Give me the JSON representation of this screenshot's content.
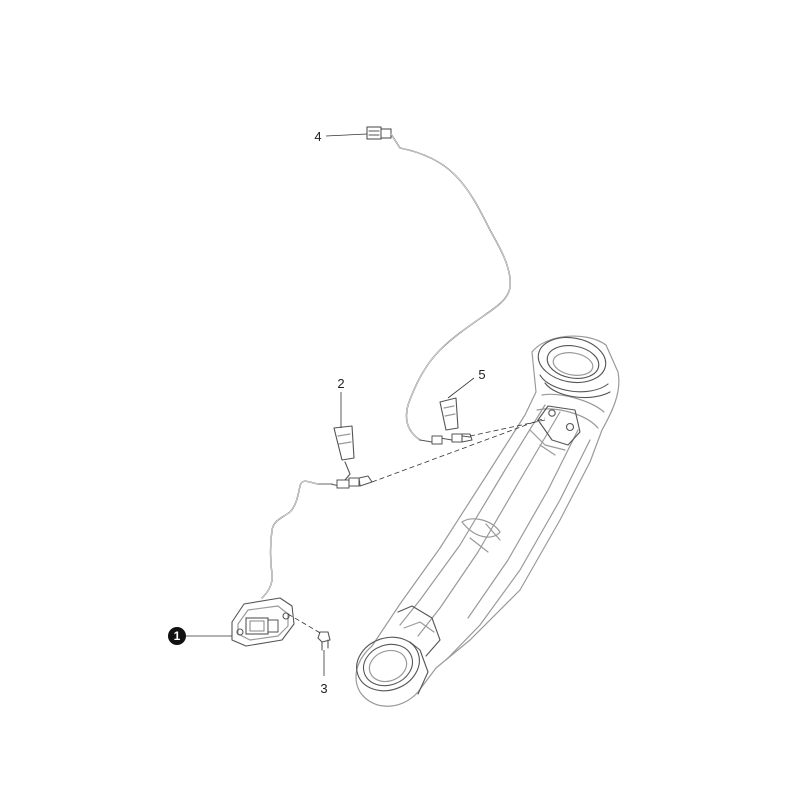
{
  "callouts": [
    {
      "id": "1",
      "label": "1",
      "selected": true
    },
    {
      "id": "2",
      "label": "2",
      "selected": false
    },
    {
      "id": "3",
      "label": "3",
      "selected": false
    },
    {
      "id": "4",
      "label": "4",
      "selected": false
    },
    {
      "id": "5",
      "label": "5",
      "selected": false
    }
  ],
  "colors": {
    "line": "#333333",
    "part_outline": "#9a9a9a",
    "selected_badge": "#111111"
  }
}
